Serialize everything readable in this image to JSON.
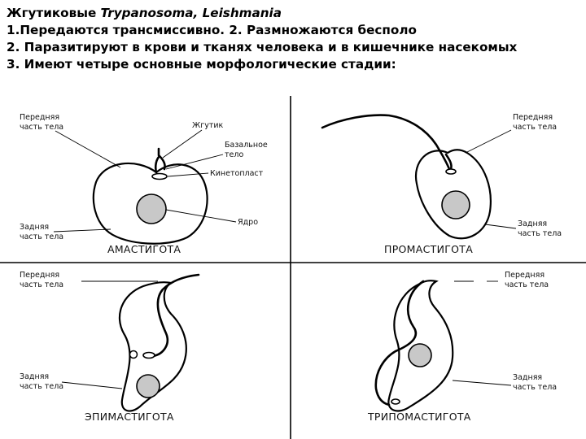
{
  "header": {
    "line1_a": "Жгутиковые ",
    "line1_b": "Trypanosoma, Leishmania",
    "line2": "1.Передаются трансмиссивно. 2. Размножаются бесполо",
    "line3": "2. Паразитируют в крови и тканях человека и в кишечнике насекомых",
    "line4": "3. Имеют четыре основные морфологические стадии:"
  },
  "panels": {
    "amastigote": {
      "title": "АМАСТИГОТА",
      "label_front_1": "Передняя",
      "label_front_2": "часть тела",
      "label_flagellum": "Жгутик",
      "label_basal_1": "Базальное",
      "label_basal_2": "тело",
      "label_kinetoplast": "Кинетопласт",
      "label_nucleus": "Ядро",
      "label_rear_1": "Задняя",
      "label_rear_2": "часть тела"
    },
    "promastigote": {
      "title": "ПРОМАСТИГОТА",
      "label_front_1": "Передняя",
      "label_front_2": "часть тела",
      "label_rear_1": "Задняя",
      "label_rear_2": "часть тела"
    },
    "epimastigote": {
      "title": "ЭПИМАСТИГОТА",
      "label_front_1": "Передняя",
      "label_front_2": "часть тела",
      "label_rear_1": "Задняя",
      "label_rear_2": "часть тела"
    },
    "trypomastigote": {
      "title": "ТРИПОМАСТИГОТА",
      "label_front_1": "Передняя",
      "label_front_2": "часть тела",
      "label_rear_1": "Задняя",
      "label_rear_2": "часть тела"
    }
  }
}
